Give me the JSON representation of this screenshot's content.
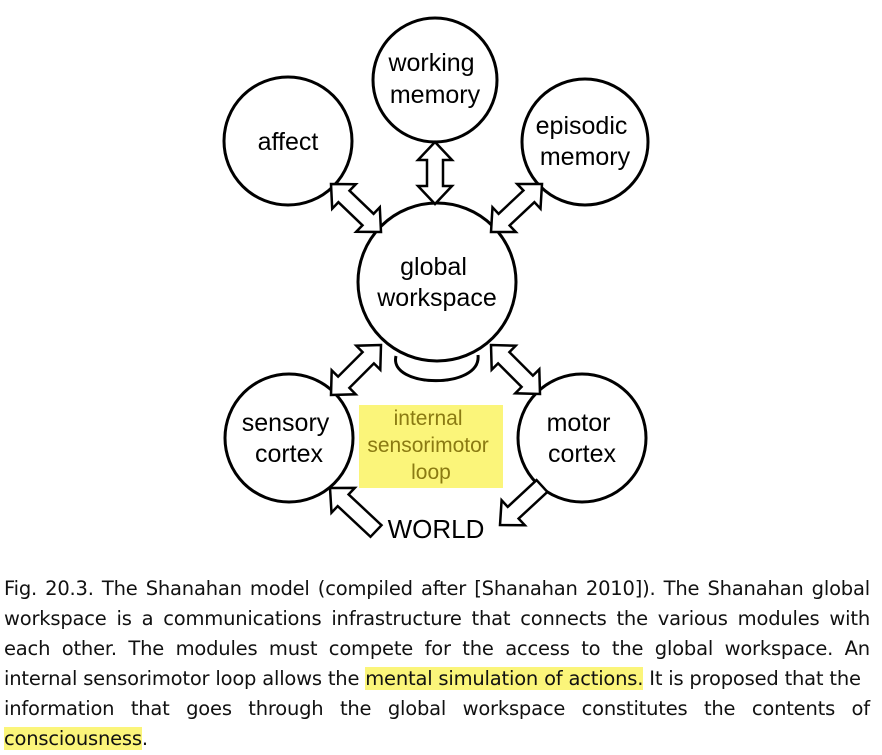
{
  "diagram": {
    "nodes": {
      "working_memory": [
        "working",
        "memory"
      ],
      "affect": [
        "affect"
      ],
      "episodic_memory": [
        "episodic",
        "memory"
      ],
      "global_workspace": [
        "global",
        "workspace"
      ],
      "sensory_cortex": [
        "sensory",
        "cortex"
      ],
      "motor_cortex": [
        "motor",
        "cortex"
      ]
    },
    "loop_label": [
      "internal",
      "sensorimotor",
      "loop"
    ],
    "world_label": "WORLD",
    "colors": {
      "stroke": "#000000",
      "highlight": "#fbf57a",
      "loop_text": "#8a7a12"
    }
  },
  "caption": {
    "lines": [
      [
        "Fig.",
        "20.3.",
        "The",
        "Shanahan",
        "model",
        "(compiled",
        "after",
        "[Shanahan",
        "2010]).",
        "The",
        "Shanahan",
        "global"
      ],
      [
        "workspace",
        "is",
        "a",
        "communications",
        "infrastructure",
        "that",
        "connects",
        "the",
        "various",
        "modules",
        "with"
      ],
      [
        "each",
        "other.",
        "The",
        "modules",
        "must",
        "compete",
        "for",
        "the",
        "access",
        "to",
        "the",
        "global",
        "workspace.",
        "An"
      ],
      [
        "internal sensorimotor loop allows the ",
        "mental simulation of actions.",
        " It is proposed that the"
      ],
      [
        "information",
        "that",
        "goes",
        "through",
        "the",
        "global",
        "workspace",
        "constitutes",
        "the",
        "contents",
        "of"
      ],
      [
        "consciousness",
        "."
      ]
    ]
  }
}
